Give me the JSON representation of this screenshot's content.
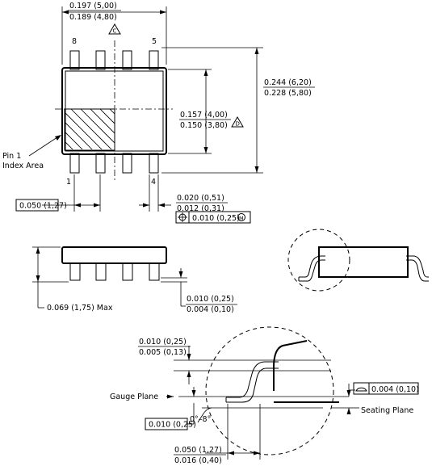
{
  "top_view": {
    "width_max": "0.197 (5,00)",
    "width_min": "0.189 (4,80)",
    "width_note": "C",
    "pin8": "8",
    "pin5": "5",
    "pin1": "1",
    "pin4": "4",
    "height_outer_max": "0.244 (6,20)",
    "height_outer_min": "0.228 (5,80)",
    "body_width_max": "0.157 (4,00)",
    "body_width_min": "0.150 (3,80)",
    "body_width_note": "D",
    "index_label_1": "Pin 1",
    "index_label_2": "Index Area",
    "pitch": "0.050 (1,27)",
    "lead_width_max": "0.020 (0,51)",
    "lead_width_min": "0.012 (0,31)",
    "position_tol": "0.010 (0,25)",
    "position_tol_modifier": "M"
  },
  "side_view": {
    "standoff_max": "0.010 (0,25)",
    "standoff_min": "0.004 (0,10)",
    "height_max": "0.069 (1,75) Max"
  },
  "detail": {
    "lead_thickness_max": "0.010 (0,25)",
    "lead_thickness_min": "0.005 (0,13)",
    "gauge_plane": "Gauge Plane",
    "gauge_value": "0.010 (0,25)",
    "angle": "0°–8°",
    "coplanarity": "0.004 (0,10)",
    "seating_plane": "Seating Plane",
    "foot_length_max": "0.050 (1,27)",
    "foot_length_min": "0.016 (0,40)"
  }
}
